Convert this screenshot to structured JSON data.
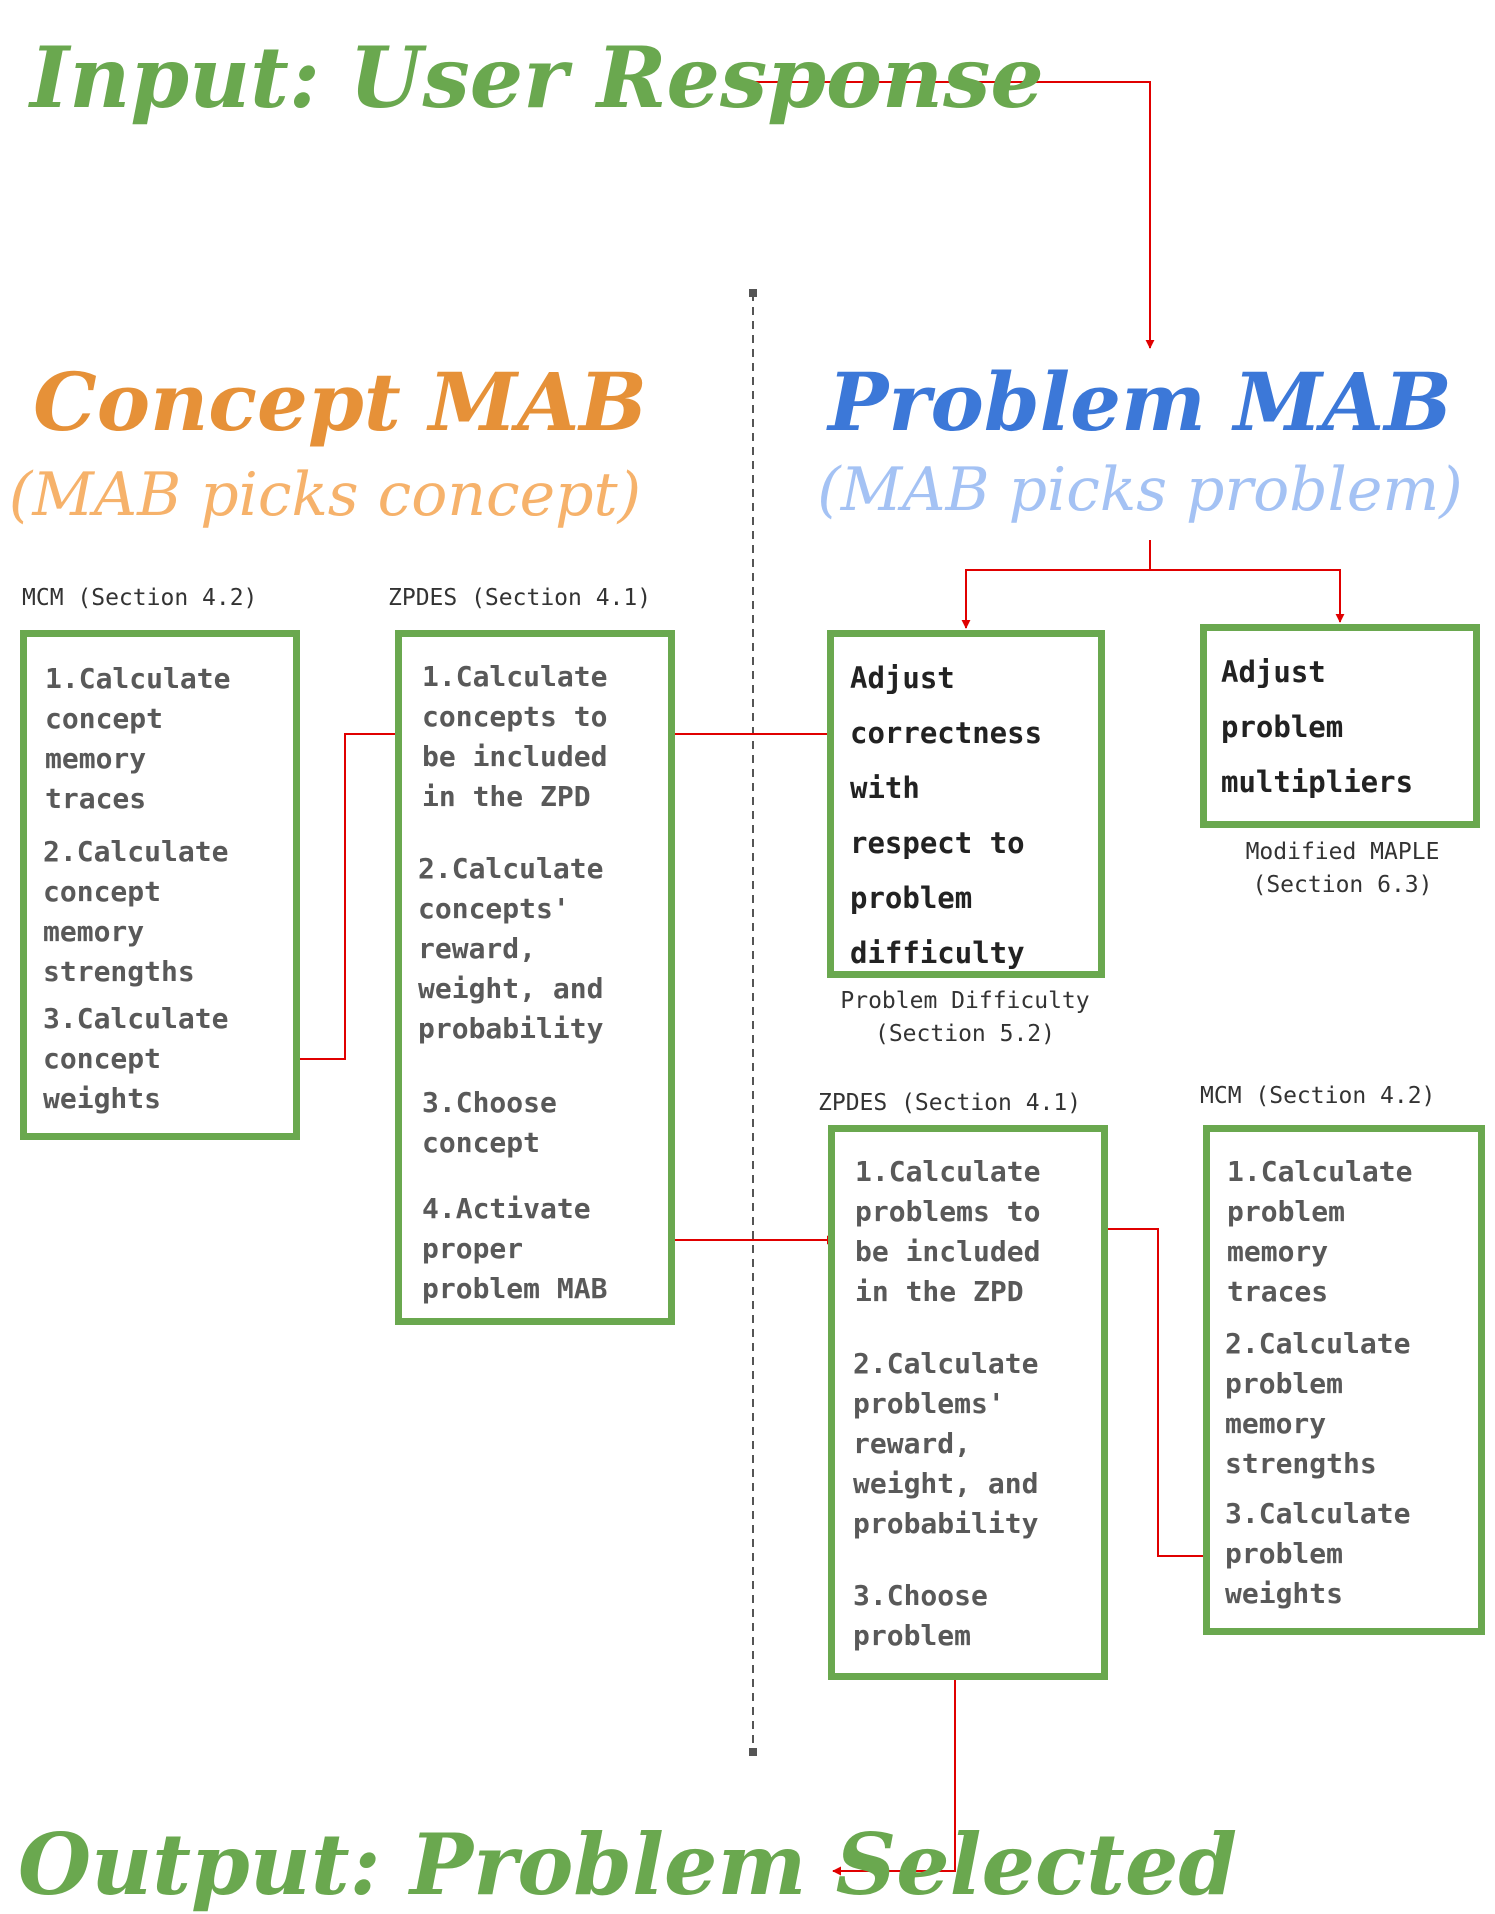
{
  "input_title": "Input: User Response",
  "output_title": "Output: Problem Selected",
  "concept_mab": {
    "title": "Concept MAB",
    "subtitle": "(MAB picks concept)",
    "mcm_caption": "MCM (Section 4.2)",
    "mcm_items": [
      "1.Calculate\nconcept\nmemory\ntraces",
      "2.Calculate\nconcept\nmemory\nstrengths",
      "3.Calculate\nconcept\nweights"
    ],
    "zpdes_caption": "ZPDES (Section 4.1)",
    "zpdes_items": [
      "1.Calculate\nconcepts to\nbe included\nin the ZPD",
      "2.Calculate\nconcepts'\nreward,\nweight, and\nprobability",
      "3.Choose\nconcept",
      "4.Activate\nproper\nproblem MAB"
    ]
  },
  "problem_mab": {
    "title": "Problem MAB",
    "subtitle": "(MAB picks problem)",
    "difficulty_text": "Adjust\ncorrectness\nwith\nrespect to\nproblem\ndifficulty",
    "difficulty_caption": "Problem Difficulty\n(Section 5.2)",
    "multipliers_text": "Adjust\nproblem\nmultipliers",
    "multipliers_caption": "Modified MAPLE\n(Section 6.3)",
    "zpdes_caption": "ZPDES (Section 4.1)",
    "zpdes_items": [
      "1.Calculate\nproblems to\nbe included\nin the ZPD",
      "2.Calculate\nproblems'\nreward,\nweight, and\nprobability",
      "3.Choose\nproblem"
    ],
    "mcm_caption": "MCM (Section 4.2)",
    "mcm_items": [
      "1.Calculate\nproblem\nmemory\ntraces",
      "2.Calculate\nproblem\nmemory\nstrengths",
      "3.Calculate\nproblem\nweights"
    ]
  },
  "colors": {
    "box_border": "#6aa84f",
    "arrow": "#e00000",
    "concept_title": "#e69138",
    "concept_subtitle": "#f6b26b",
    "problem_title": "#3c78d8",
    "problem_subtitle": "#a4c2f4",
    "io_title": "#6aa84f"
  }
}
